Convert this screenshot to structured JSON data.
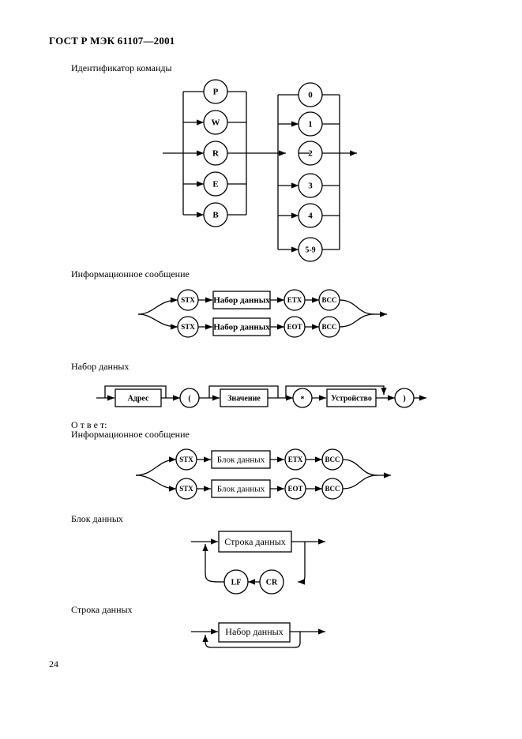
{
  "header": "ГОСТ Р МЭК 61107—2001",
  "page_number": "24",
  "sections": {
    "command_id": {
      "title": "Идентификатор команды",
      "letters": [
        "P",
        "W",
        "R",
        "E",
        "B"
      ],
      "digits": [
        "0",
        "1",
        "2",
        "3",
        "4",
        "5-9"
      ]
    },
    "info_msg": {
      "title": "Информационное сообщение",
      "stx": "STX",
      "box": "Набор данных",
      "etx": "ETX",
      "eot": "EOT",
      "bcc": "BCC"
    },
    "dataset": {
      "title": "Набор данных",
      "address": "Адрес",
      "open_paren": "(",
      "value": "Значение",
      "star": "*",
      "device": "Устройство",
      "close_paren": ")"
    },
    "answer": {
      "label": "О т в е т:",
      "title": "Информационное сообщение",
      "stx": "STX",
      "box": "Блок данных",
      "etx": "ETX",
      "eot": "EOT",
      "bcc": "BCC"
    },
    "data_block": {
      "title": "Блок данных",
      "box": "Строка данных",
      "lf": "LF",
      "cr": "CR"
    },
    "data_line": {
      "title": "Строка данных",
      "box": "Набор данных"
    }
  }
}
